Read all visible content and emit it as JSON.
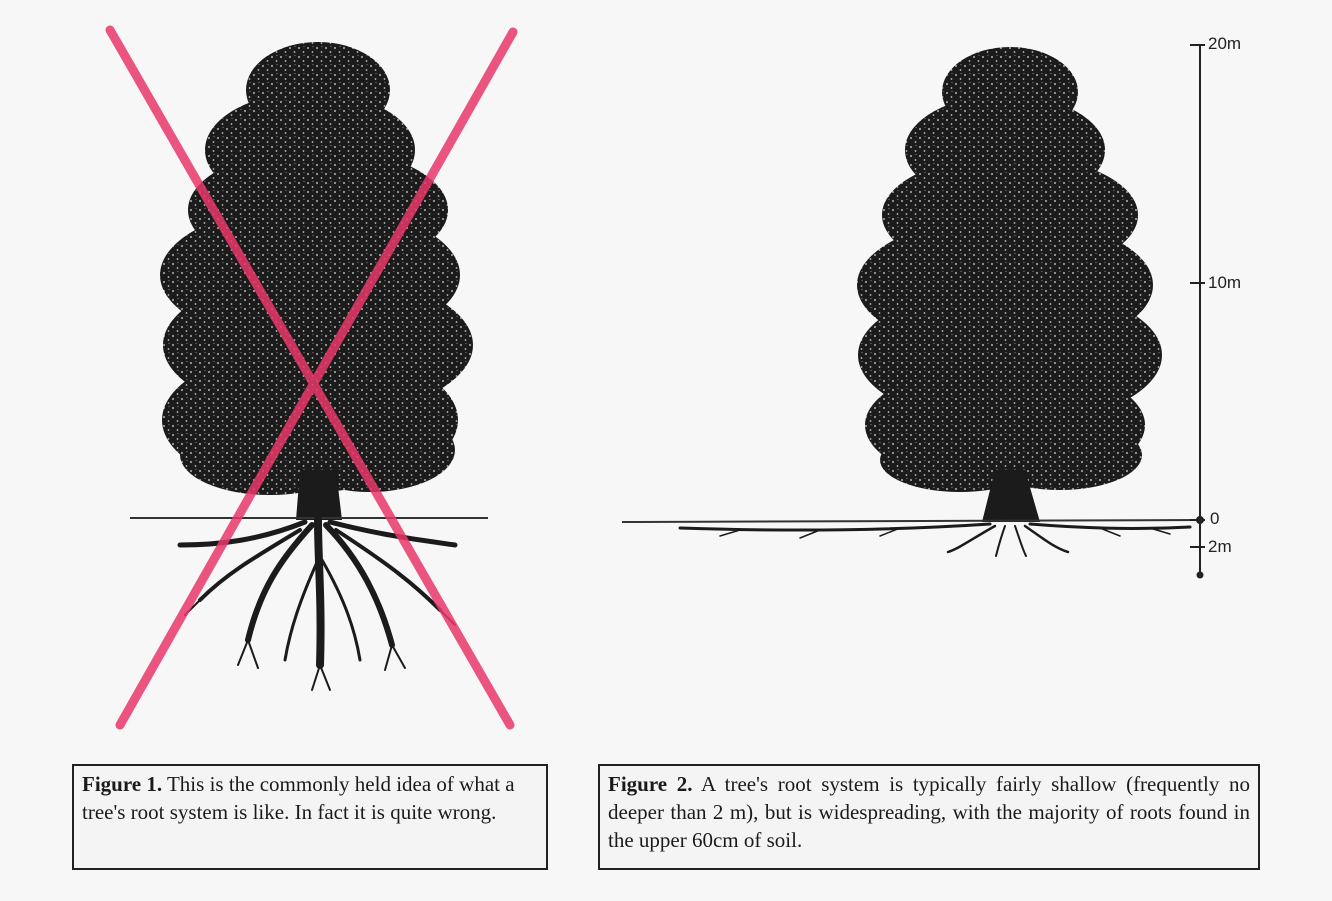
{
  "figure1": {
    "caption_lead": "Figure 1.",
    "caption_body": " This is the commonly held idea of what a tree's root system is like. In fact it is quite wrong."
  },
  "figure2": {
    "caption_lead": "Figure 2.",
    "caption_body": " A tree's root system is typically fairly shallow (frequently no deeper than 2 m), but is widespreading, with the majority of roots found in the upper 60cm of soil."
  },
  "scale": {
    "label_top": "20m",
    "label_mid": "10m",
    "label_ground": "0",
    "label_bottom": "2m"
  },
  "colors": {
    "tree": "#1b1b1b",
    "cross": "#e8386a",
    "background": "#f7f7f7"
  },
  "icons": {
    "cross_mark": "x-mark-icon"
  }
}
